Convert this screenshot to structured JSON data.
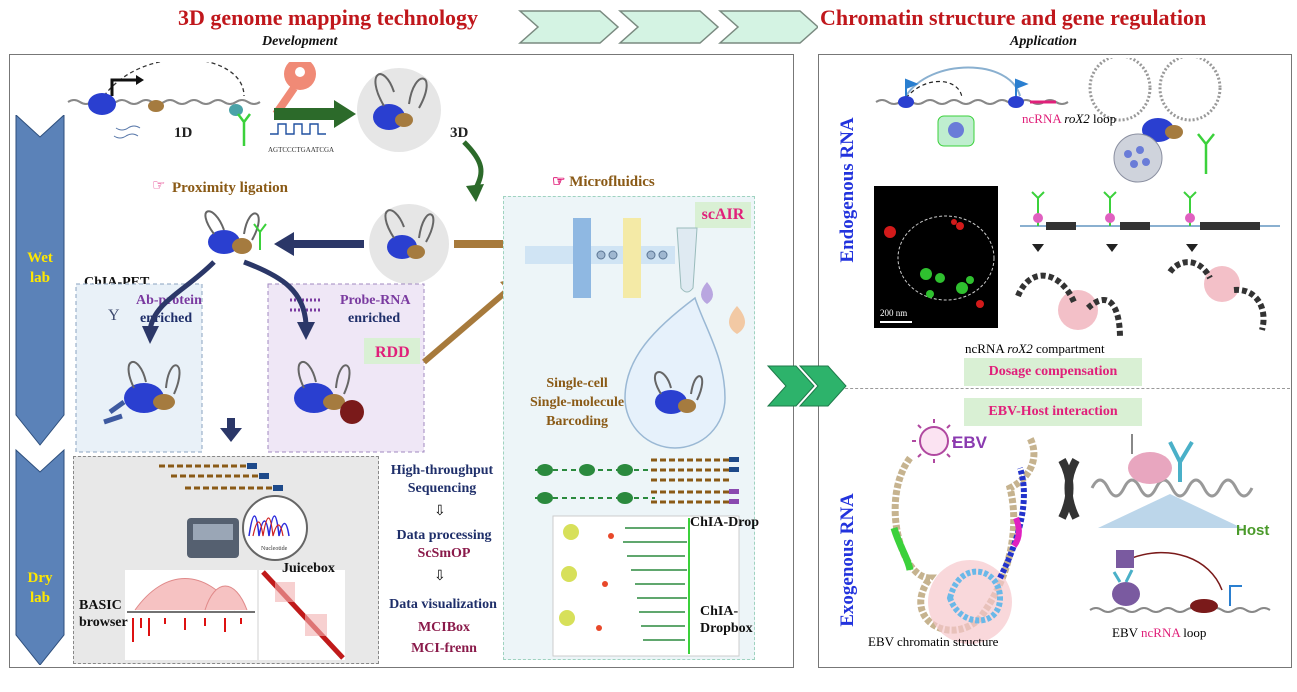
{
  "header": {
    "left_title": "3D genome mapping technology",
    "right_title": "Chromatin structure and gene regulation",
    "left_subtitle": "Development",
    "right_subtitle": "Application"
  },
  "side": {
    "wet_lab": "Wet\nlab",
    "dry_lab": "Dry\nlab"
  },
  "wet": {
    "label_1d": "1D",
    "label_3d": "3D",
    "sequence": "AGTCCCTGAATCGA",
    "proximity_ligation": "Proximity ligation",
    "chiapet": "ChIA-PET",
    "ab_protein": "Ab-protein\nenriched",
    "probe_rna": "Probe-RNA\nenriched",
    "rdd": "RDD",
    "microfluidics": "Microfluidics",
    "scair": "scAIR",
    "single_cell": "Single-cell\nSingle-molecule\nBarcoding"
  },
  "dry": {
    "nucleotide": "Nucleotide",
    "basic_browser": "BASIC\nbrowser",
    "juicebox": "Juicebox",
    "hts": "High-throughput\nSequencing",
    "data_processing": "Data processing",
    "scsmop": "ScSmOP",
    "data_visualization": "Data visualization",
    "mcibox": "MCIBox",
    "mcifrenn": "MCI-frenn",
    "chia_drop": "ChIA-Drop",
    "chia_dropbox": "ChIA-\nDropbox"
  },
  "app": {
    "endogenous": "Endogenous RNA",
    "exogenous": "Exogenous RNA",
    "ncrna_prefix": "ncRNA ",
    "rox2": "roX2",
    "loop_suffix": " loop",
    "scale": "200 nm",
    "compartment_prefix": "ncRNA ",
    "compartment_suffix": " compartment",
    "dosage": "Dosage compensation",
    "ebv_host": "EBV-Host interaction",
    "ebv": "EBV",
    "host": "Host",
    "ebv_structure": "EBV chromatin structure",
    "ebv_loop_prefix": "EBV ",
    "ebv_loop_ncrna": "ncRNA",
    "ebv_loop_suffix": " loop"
  },
  "colors": {
    "title_red": "#c0171c",
    "side_arrow": "#5b82b8",
    "tag_green": "#d9f0d4",
    "chevron_green": "#2db36b",
    "pink": "#e0207a",
    "dark_green_arrow": "#2c6a2a",
    "brown_arrow": "#a77a3c",
    "navy_arrow": "#2b3768"
  }
}
